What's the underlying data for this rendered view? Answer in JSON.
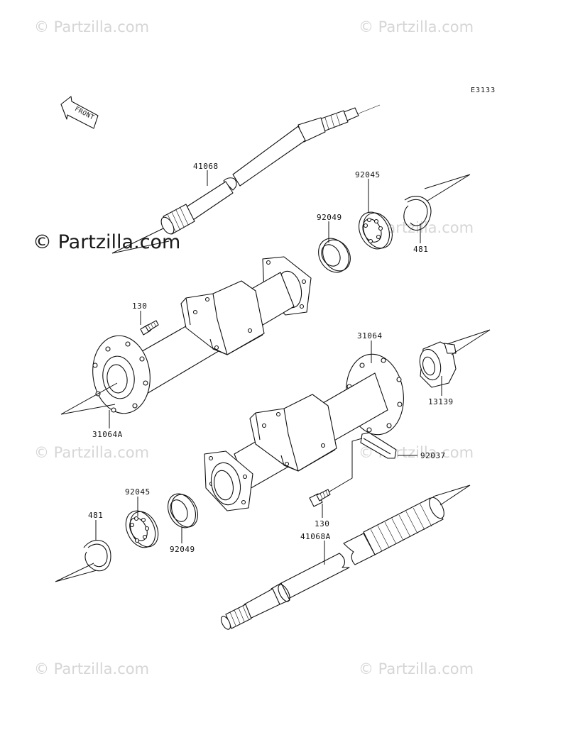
{
  "diagram_code": "E3133",
  "front_label": "FRONT",
  "watermark": {
    "small_text": "© Partzilla.com",
    "large_text": "© Partzilla.com"
  },
  "parts": {
    "axle_shaft_upper": "41068",
    "oil_seal_upper": "92049",
    "bearing_upper": "92045",
    "circlip_upper": "481",
    "bolt_upper": "130",
    "housing_left": "31064A",
    "housing_right": "31064",
    "nut_hub": "13139",
    "breather_tube": "92037",
    "bolt_lower": "130",
    "circlip_lower": "481",
    "bearing_lower": "92045",
    "oil_seal_lower": "92049",
    "axle_shaft_lower": "41068A"
  }
}
